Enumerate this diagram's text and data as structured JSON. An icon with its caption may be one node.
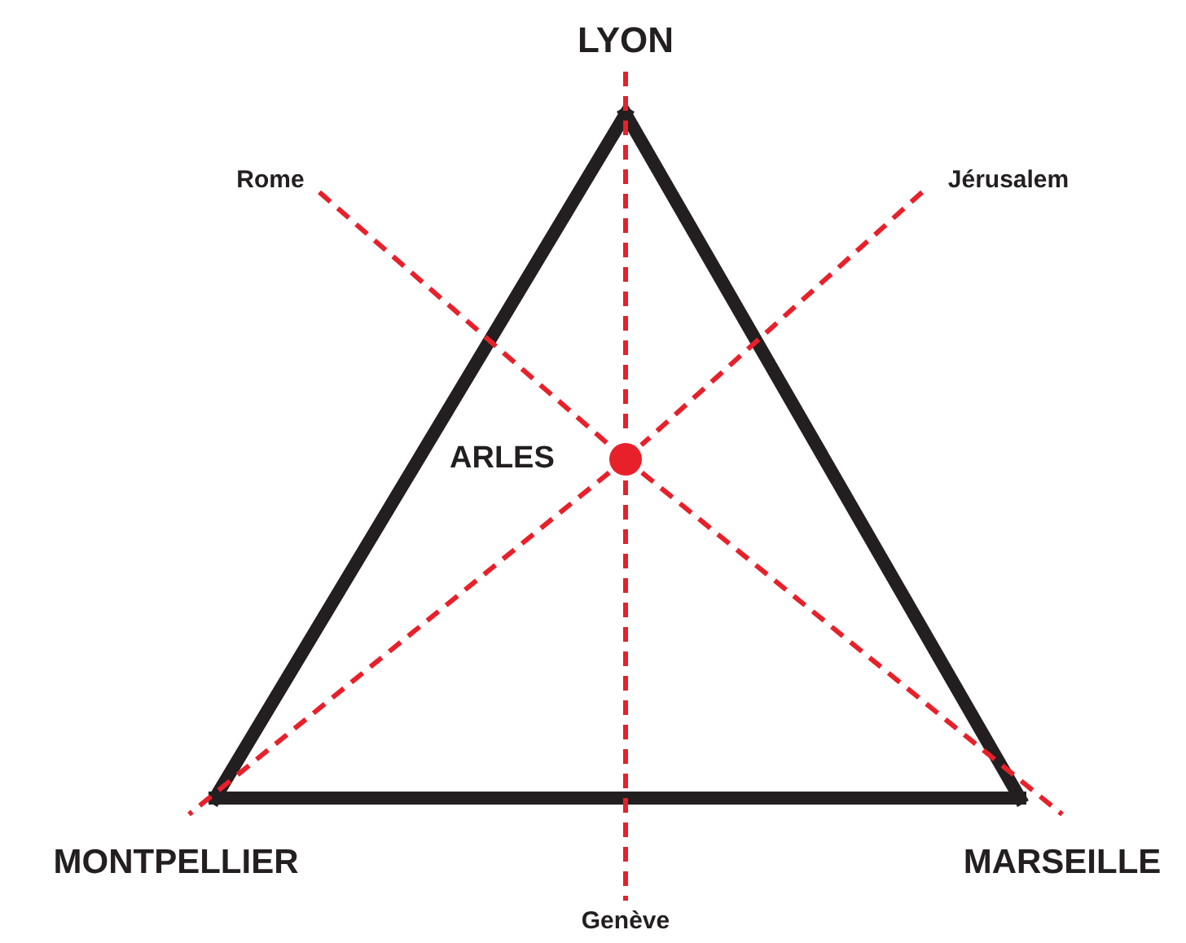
{
  "diagram": {
    "nodes": [
      {
        "text": [
          "LYON"
        ]
      },
      {
        "text": [
          "Rome"
        ]
      },
      {
        "text": [
          "Jérusalem"
        ]
      },
      {
        "text": [
          "ARLES"
        ]
      },
      {
        "text": [
          "MONTPELLIER"
        ]
      },
      {
        "text": [
          "MARSEILLE"
        ]
      },
      {
        "text": [
          "Genève"
        ]
      }
    ],
    "edges": [
      {
        "from": 0,
        "to": 4,
        "arrow": "none",
        "style": "thick",
        "color": "#231f20"
      },
      {
        "from": 4,
        "to": 5,
        "arrow": "none",
        "style": "thick",
        "color": "#231f20"
      },
      {
        "from": 5,
        "to": 0,
        "arrow": "none",
        "style": "thick",
        "color": "#231f20"
      },
      {
        "from": 0,
        "to": 3,
        "arrow": "none",
        "style": "dashed"
      },
      {
        "from": 3,
        "to": 6,
        "arrow": "none",
        "style": "dashed"
      },
      {
        "from": 1,
        "to": 3,
        "arrow": "none",
        "style": "dashed"
      },
      {
        "from": 3,
        "to": 5,
        "arrow": "none",
        "style": "dashed"
      },
      {
        "from": 2,
        "to": 3,
        "arrow": "none",
        "style": "dashed"
      },
      {
        "from": 3,
        "to": 4,
        "arrow": "none",
        "style": "dashed"
      }
    ]
  }
}
